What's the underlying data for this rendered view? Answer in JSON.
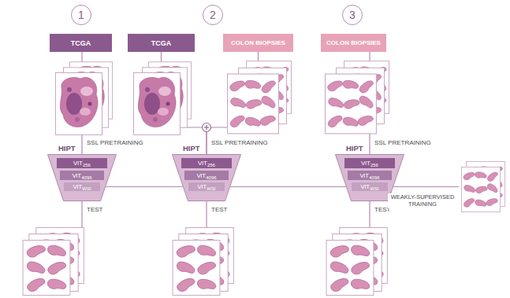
{
  "diagram": {
    "nodes": [
      {
        "text": [
          "1"
        ]
      },
      {
        "text": [
          "2"
        ]
      },
      {
        "text": [
          "3"
        ]
      },
      {
        "text": [
          "TCGA"
        ]
      },
      {
        "text": [
          "TCGA"
        ]
      },
      {
        "text": [
          "COLON BIOPSIES"
        ]
      },
      {
        "text": [
          "COLON BIOPSIES"
        ]
      },
      {
        "text": [
          "HIPT"
        ]
      },
      {
        "text": [
          "ViT256"
        ],
        "in": 7
      },
      {
        "text": [
          "ViT4096"
        ],
        "in": 7
      },
      {
        "text": [
          "ViTWSI"
        ],
        "in": 7
      },
      {
        "text": [
          "HIPT"
        ]
      },
      {
        "text": [
          "ViT256"
        ],
        "in": 11
      },
      {
        "text": [
          "ViT4096"
        ],
        "in": 11
      },
      {
        "text": [
          "ViTWSI"
        ],
        "in": 11
      },
      {
        "text": [
          "HIPT"
        ]
      },
      {
        "text": [
          "ViT256"
        ],
        "in": 15
      },
      {
        "text": [
          "ViT4096"
        ],
        "in": 15
      },
      {
        "text": [
          "ViTWSI"
        ],
        "in": 15
      }
    ],
    "edges": [
      {
        "from": 3,
        "to": 7,
        "arrow": "none",
        "label": "SSL PRETRAINING"
      },
      {
        "from": 4,
        "to": 11,
        "arrow": "none",
        "label": "SSL PRETRAINING"
      },
      {
        "from": 5,
        "to": 11,
        "arrow": "none"
      },
      {
        "from": 6,
        "to": 15,
        "arrow": "none",
        "label": "SSL PRETRAINING"
      },
      {
        "from": 7,
        "to": 11,
        "arrow": "none"
      },
      {
        "from": 11,
        "to": 15,
        "arrow": "none"
      }
    ],
    "labels": [
      "TEST",
      "TEST",
      "TEST",
      "WEAKLY-SUPERVISED TRAINING"
    ]
  }
}
